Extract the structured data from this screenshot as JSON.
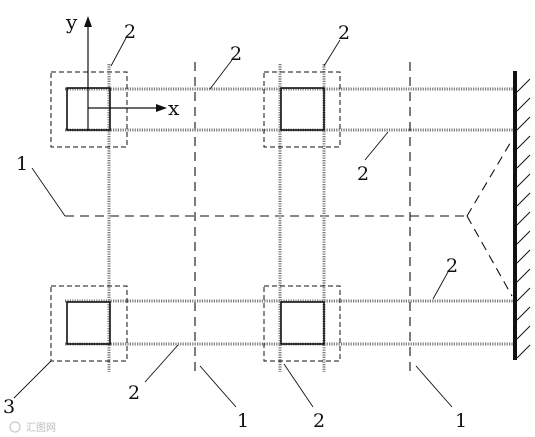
{
  "axes": {
    "y_label": "y",
    "x_label": "x"
  },
  "labels": [
    {
      "id": "top-left",
      "text": "2"
    },
    {
      "id": "top-center",
      "text": "2"
    },
    {
      "id": "top-right",
      "text": "2"
    },
    {
      "id": "right-upper",
      "text": "2"
    },
    {
      "id": "left-middle",
      "text": "1"
    },
    {
      "id": "right-lower",
      "text": "2"
    },
    {
      "id": "bottom-left-corner",
      "text": "3"
    },
    {
      "id": "bottom-left",
      "text": "2"
    },
    {
      "id": "bottom-middle-1",
      "text": "1"
    },
    {
      "id": "bottom-middle-2",
      "text": "2"
    },
    {
      "id": "bottom-right",
      "text": "1"
    }
  ],
  "watermark": "汇图网"
}
